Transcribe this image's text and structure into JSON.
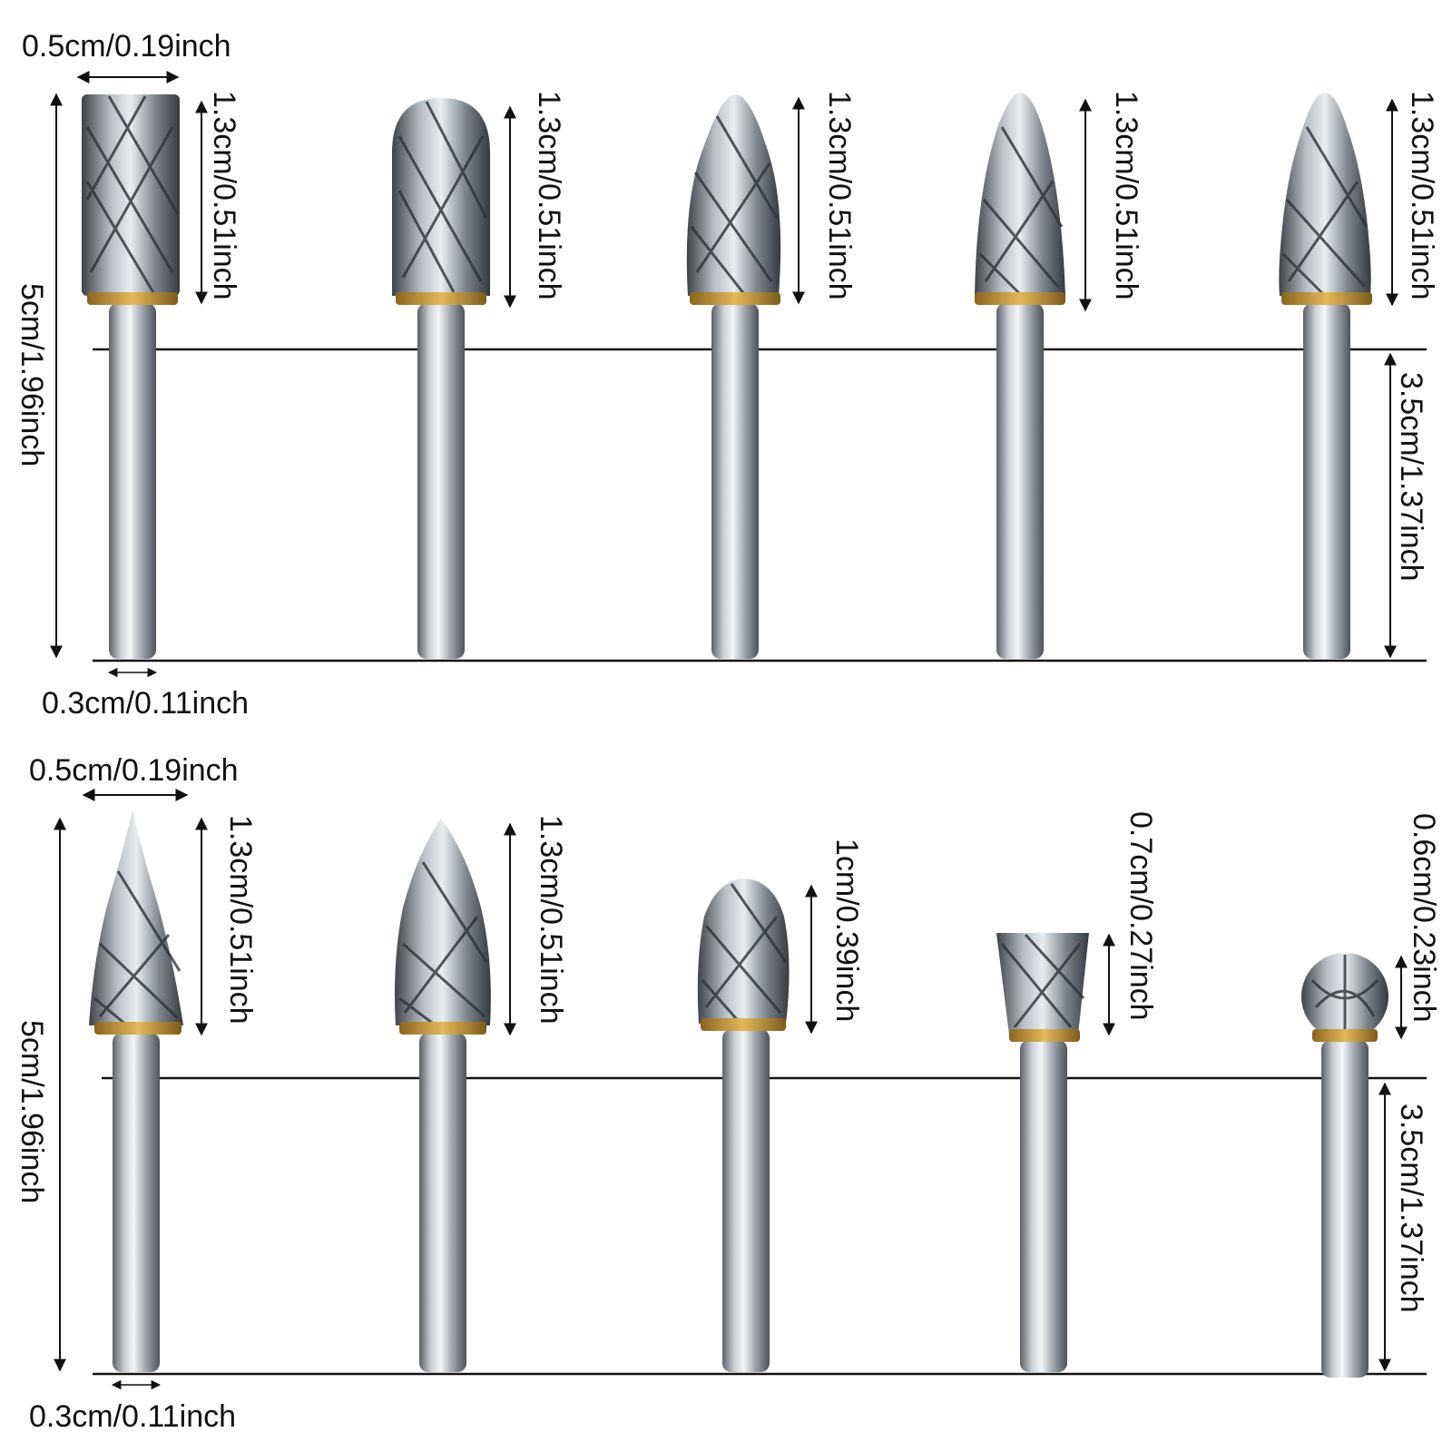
{
  "colors": {
    "line": "#111111",
    "metal_dark": "#4a4f55",
    "metal_mid": "#9aa1a8",
    "metal_light": "#eef1f3",
    "brass": "#c89a3c"
  },
  "top_panel": {
    "head_width_label": "0.5cm/0.19inch",
    "overall_length_label": "5cm/1.96inch",
    "shank_length_label": "3.5cm/1.37inch",
    "shank_diameter_label": "0.3cm/0.11inch",
    "burrs": [
      {
        "shape": "cylinder",
        "head_length_label": "1.3cm/0.51inch"
      },
      {
        "shape": "cylinder-ball-nose",
        "head_length_label": "1.3cm/0.51inch"
      },
      {
        "shape": "oval",
        "head_length_label": "1.3cm/0.51inch"
      },
      {
        "shape": "tree-pointed",
        "head_length_label": "1.3cm/0.51inch"
      },
      {
        "shape": "flame",
        "head_length_label": "1.3cm/0.51inch"
      }
    ]
  },
  "bottom_panel": {
    "head_width_label": "0.5cm/0.19inch",
    "overall_length_label": "5cm/1.96inch",
    "shank_length_label": "3.5cm/1.37inch",
    "shank_diameter_label": "0.3cm/0.11inch",
    "burrs": [
      {
        "shape": "cone-pointed",
        "head_length_label": "1.3cm/0.51inch"
      },
      {
        "shape": "pointed-tree",
        "head_length_label": "1.3cm/0.51inch"
      },
      {
        "shape": "egg",
        "head_length_label": "1cm/0.39inch"
      },
      {
        "shape": "inverted-cone",
        "head_length_label": "0.7cm/0.27inch"
      },
      {
        "shape": "ball",
        "head_length_label": "0.6cm/0.23inch"
      }
    ]
  }
}
